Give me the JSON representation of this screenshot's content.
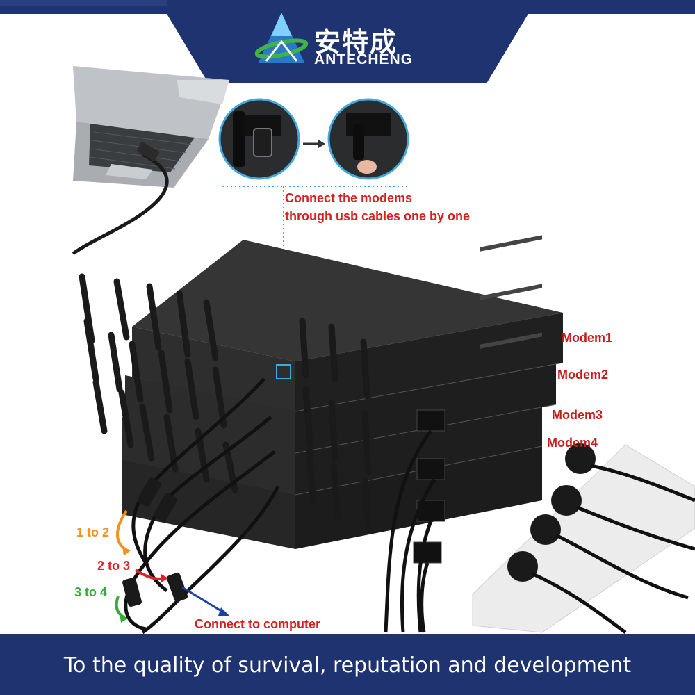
{
  "brand": {
    "name_cn": "安特成",
    "name_en": "ANTECHENG"
  },
  "callout": {
    "line1": "Connect the modems",
    "line2": "through usb cables one by one"
  },
  "modems": [
    "Modem1",
    "Modem2",
    "Modem3",
    "Modem4"
  ],
  "steps": [
    {
      "label": "1 to 2",
      "color": "#f29320"
    },
    {
      "label": "2 to 3",
      "color": "#e21f26"
    },
    {
      "label": "3 to 4",
      "color": "#3aab3a"
    }
  ],
  "connect_label": "Connect to computer",
  "footer": "To the quality of survival, reputation and development",
  "colors": {
    "banner": "#1f3370",
    "accent": "#2a78c8"
  }
}
